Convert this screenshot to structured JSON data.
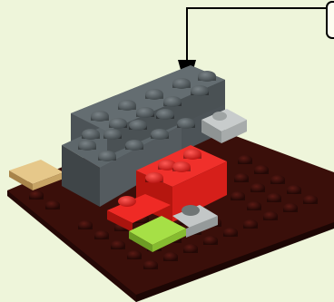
{
  "scene": {
    "background_color": "#eef5da",
    "baseplate_color": "#3a0f0a",
    "colors": {
      "dark_gray": "#5a6266",
      "light_gray": "#b9bdbd",
      "red": "#e8201c",
      "lime": "#9ad63a",
      "tan": "#d8b878",
      "callout_line": "#000000"
    },
    "callout": {
      "icon": "arrow-down-icon",
      "label": ""
    },
    "bricks": [
      {
        "name": "baseplate",
        "color": "dark_red"
      },
      {
        "name": "dark-gray-wall",
        "color": "dark_gray"
      },
      {
        "name": "dark-gray-top-plate",
        "color": "dark_gray"
      },
      {
        "name": "light-gray-tile",
        "color": "light_gray"
      },
      {
        "name": "red-brick-stack",
        "color": "red"
      },
      {
        "name": "red-plate-front",
        "color": "red"
      },
      {
        "name": "lime-tile",
        "color": "lime"
      },
      {
        "name": "light-gray-plate-front",
        "color": "light_gray"
      },
      {
        "name": "tan-tile",
        "color": "tan"
      }
    ]
  }
}
